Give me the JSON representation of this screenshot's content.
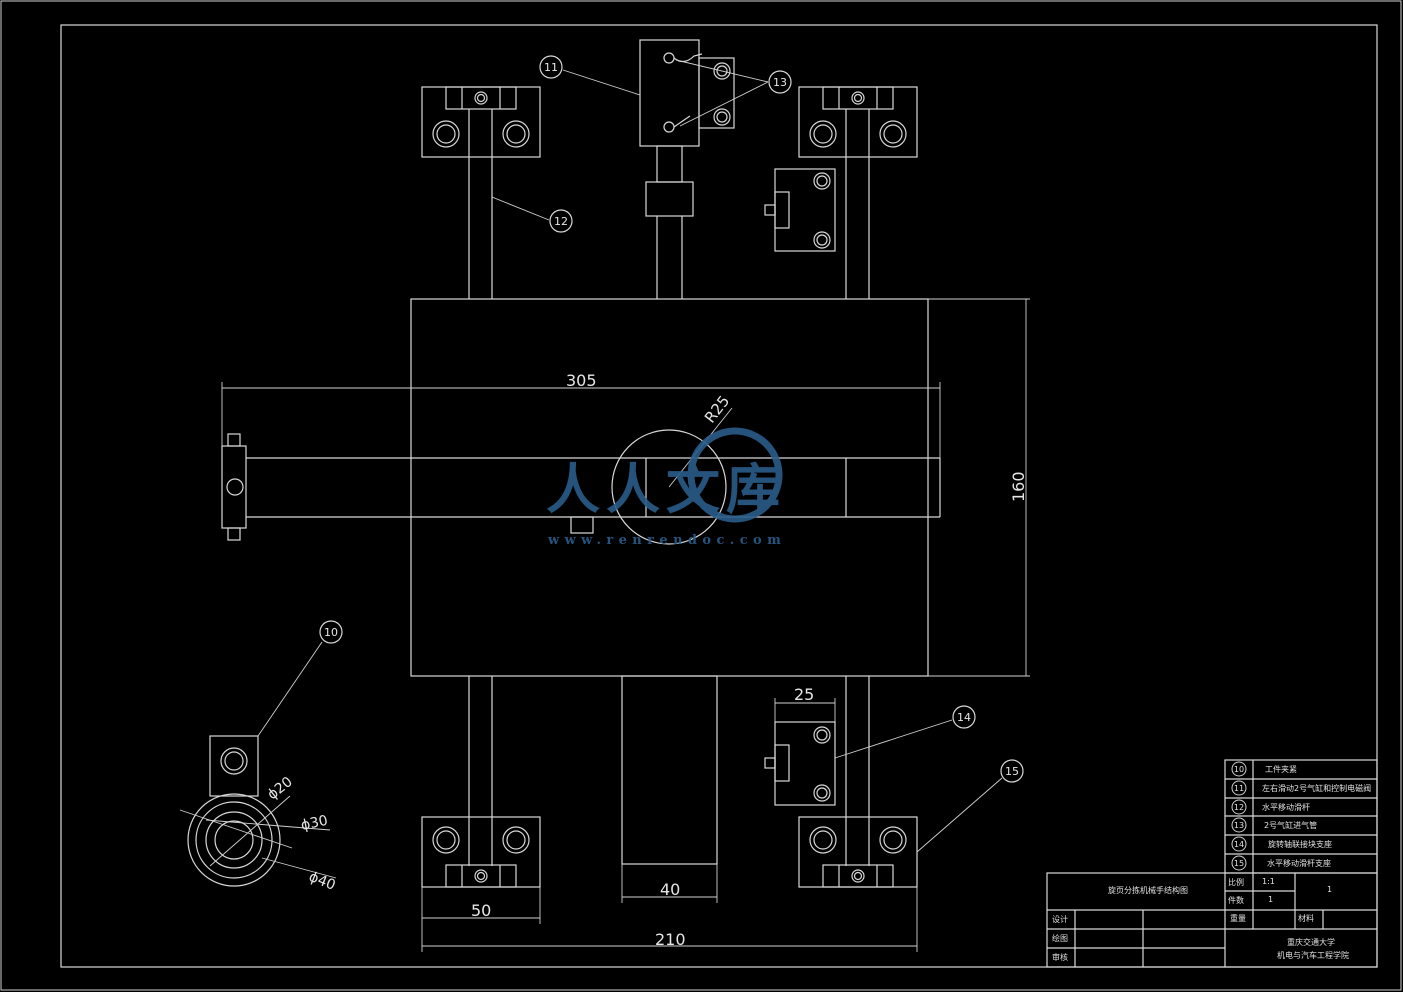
{
  "dimensions": {
    "d305": "305",
    "r25": "R25",
    "d160": "160",
    "d25": "25",
    "d50": "50",
    "d40": "40",
    "d210": "210",
    "phi20": "ϕ20",
    "phi30": "ϕ30",
    "phi40": "ϕ40"
  },
  "balloons": {
    "b10": "10",
    "b11": "11",
    "b12": "12",
    "b13": "13",
    "b14": "14",
    "b15": "15"
  },
  "parts_list": [
    {
      "no": "10",
      "name": "工件夹紧"
    },
    {
      "no": "11",
      "name": "左右滑动2号气缸和控制电磁阀"
    },
    {
      "no": "12",
      "name": "水平移动滑杆"
    },
    {
      "no": "13",
      "name": "2号气缸进气管"
    },
    {
      "no": "14",
      "name": "旋转轴联接块支座"
    },
    {
      "no": "15",
      "name": "水平移动滑杆支座"
    }
  ],
  "title_block": {
    "drawing_title": "旋页分拣机械手结构图",
    "scale_label": "比例",
    "scale_value": "1:1",
    "qty_label": "件数",
    "qty_value": "1",
    "sheet_value": "1",
    "weight_label": "重量",
    "material_label": "材料",
    "design_label": "设计",
    "draw_label": "绘图",
    "review_label": "审核",
    "school_line1": "重庆交通大学",
    "school_line2": "机电与汽车工程学院"
  },
  "watermark": {
    "text": "人人文库",
    "url": "www.renrendoc.com",
    "color": "#2a5d8a"
  }
}
